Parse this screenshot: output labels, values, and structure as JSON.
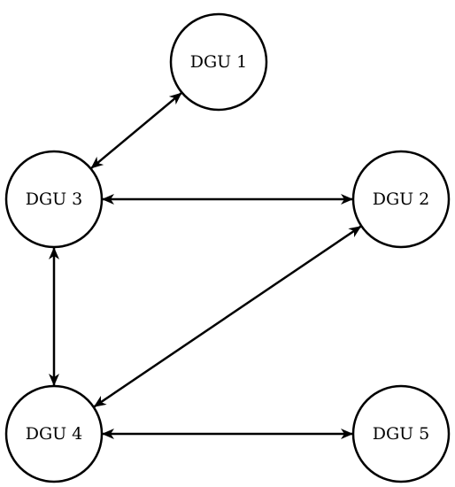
{
  "diagram": {
    "type": "network-graph",
    "nodes": [
      {
        "id": "n1",
        "label": "DGU 1"
      },
      {
        "id": "n2",
        "label": "DGU 2"
      },
      {
        "id": "n3",
        "label": "DGU 3"
      },
      {
        "id": "n4",
        "label": "DGU 4"
      },
      {
        "id": "n5",
        "label": "DGU 5"
      }
    ],
    "edges": [
      {
        "from": "n1",
        "to": "n3",
        "direction": "bidirectional"
      },
      {
        "from": "n3",
        "to": "n2",
        "direction": "bidirectional"
      },
      {
        "from": "n3",
        "to": "n4",
        "direction": "bidirectional"
      },
      {
        "from": "n2",
        "to": "n4",
        "direction": "bidirectional"
      },
      {
        "from": "n4",
        "to": "n5",
        "direction": "bidirectional"
      }
    ],
    "colors": {
      "stroke": "#000000",
      "fill": "#ffffff"
    }
  }
}
